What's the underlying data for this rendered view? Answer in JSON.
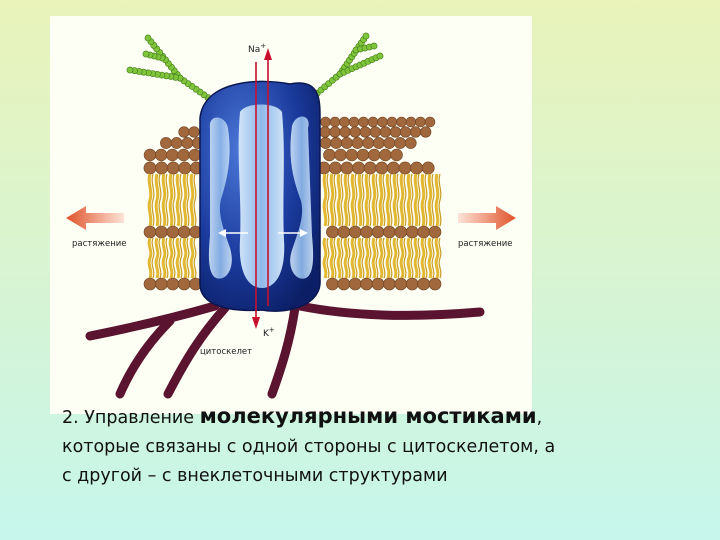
{
  "diagram": {
    "labels": {
      "ion_top": "Na",
      "ion_top_charge": "+",
      "ion_bottom": "K",
      "ion_bottom_charge": "+",
      "stretch_left": "растяжение",
      "stretch_right": "растяжение",
      "cytoskeleton": "цитоскелет"
    },
    "colors": {
      "channel": "#1a3a9c",
      "channel_inner": "#a5c9ef",
      "lipid_head": "#a0683c",
      "lipid_tail": "#e2b832",
      "cytoskeleton": "#5a1430",
      "glycan_bead": "#7fc43a",
      "stretch_arrow": "#e0522a",
      "ion_arrow": "#c8102e"
    }
  },
  "caption": {
    "part1": "2. Управление ",
    "part2_emphasis": "молекулярными мостиками",
    "part3": ",",
    "line2": "которые связаны с одной стороны с цитоскелетом,  а",
    "line3": "с другой – с внеклеточными структурами"
  }
}
